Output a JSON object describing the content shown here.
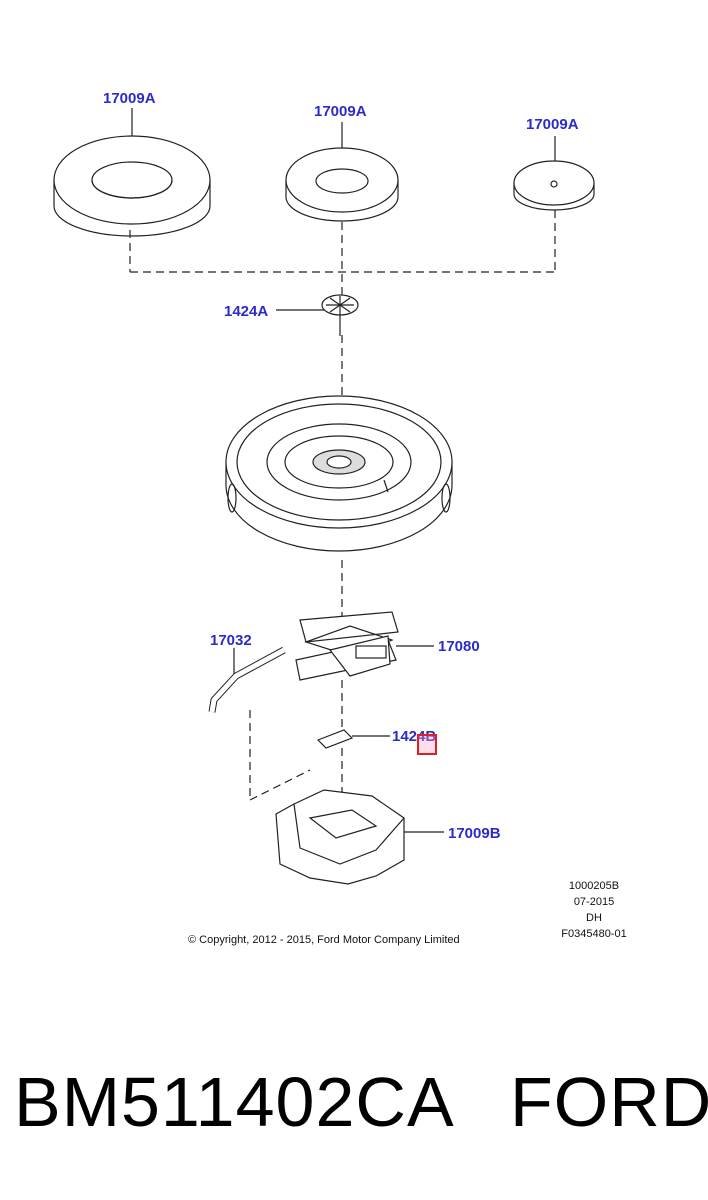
{
  "callouts": {
    "wheel_trim_large": "17009A",
    "wheel_trim_medium": "17009A",
    "wheel_trim_small": "17009A",
    "retainer_top": "1424A",
    "wheel_brace": "17032",
    "jack": "17080",
    "retainer_bottom": "1424B",
    "jack_tray": "17009B"
  },
  "meta": {
    "code": "1000205B",
    "date": "07-2015",
    "variant": "DH",
    "ref": "F0345480-01"
  },
  "copyright": "© Copyright, 2012 - 2015, Ford Motor Company Limited",
  "footer": {
    "part_number": "BM511402CA",
    "brand": "FORD"
  },
  "colors": {
    "callout": "#2b2bcc",
    "line": "#222222",
    "highlight": "#e02020"
  }
}
